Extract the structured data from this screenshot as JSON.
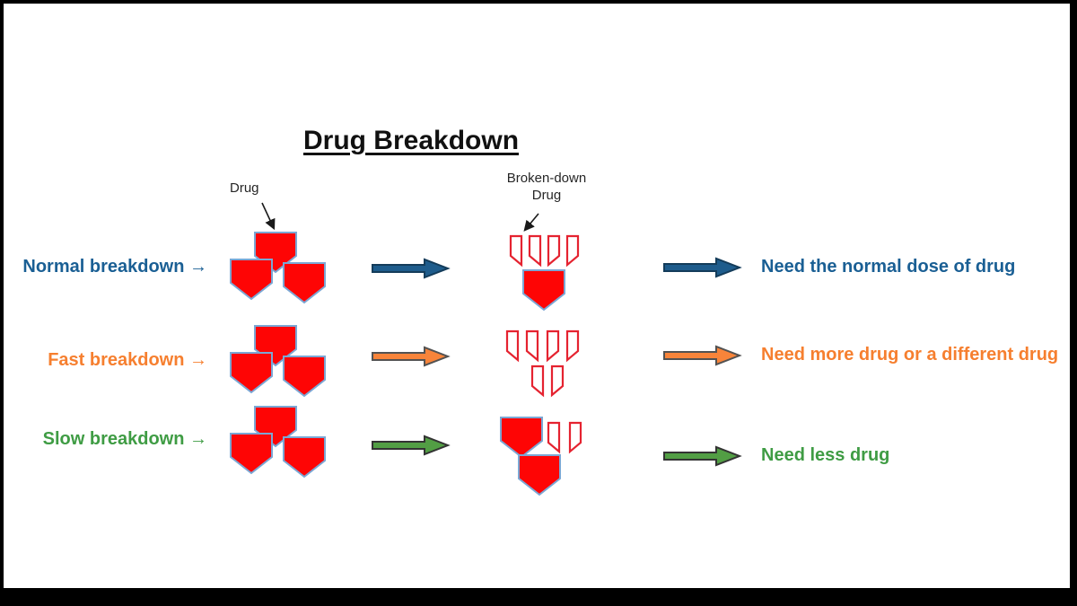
{
  "title": "Drug Breakdown",
  "callouts": {
    "drug": "Drug",
    "broken_line1": "Broken-down",
    "broken_line2": "Drug"
  },
  "colors": {
    "red": "#fe0505",
    "pentagon_stroke": "#7ba7d4",
    "piece_stroke": "#e52330",
    "border": "#000000",
    "background": "#ffffff"
  },
  "rows": [
    {
      "id": "normal",
      "label": "Normal breakdown →",
      "result": "Need the normal dose of drug",
      "color": "#1a5f94",
      "arrow_fill": "#1e5c8c",
      "arrow_stroke": "#143c5a",
      "drugs_before": 3,
      "broken_pieces_after": 4,
      "intact_drugs_after": 1
    },
    {
      "id": "fast",
      "label": "Fast breakdown →",
      "result": "Need more drug or a different drug",
      "color": "#f67f2f",
      "arrow_fill": "#f8843a",
      "arrow_stroke": "#525252",
      "drugs_before": 3,
      "broken_pieces_after": 6,
      "intact_drugs_after": 0
    },
    {
      "id": "slow",
      "label": "Slow breakdown →",
      "result": "Need less drug",
      "color": "#3f9c44",
      "arrow_fill": "#529e44",
      "arrow_stroke": "#333333",
      "drugs_before": 3,
      "broken_pieces_after": 2,
      "intact_drugs_after": 2
    }
  ]
}
